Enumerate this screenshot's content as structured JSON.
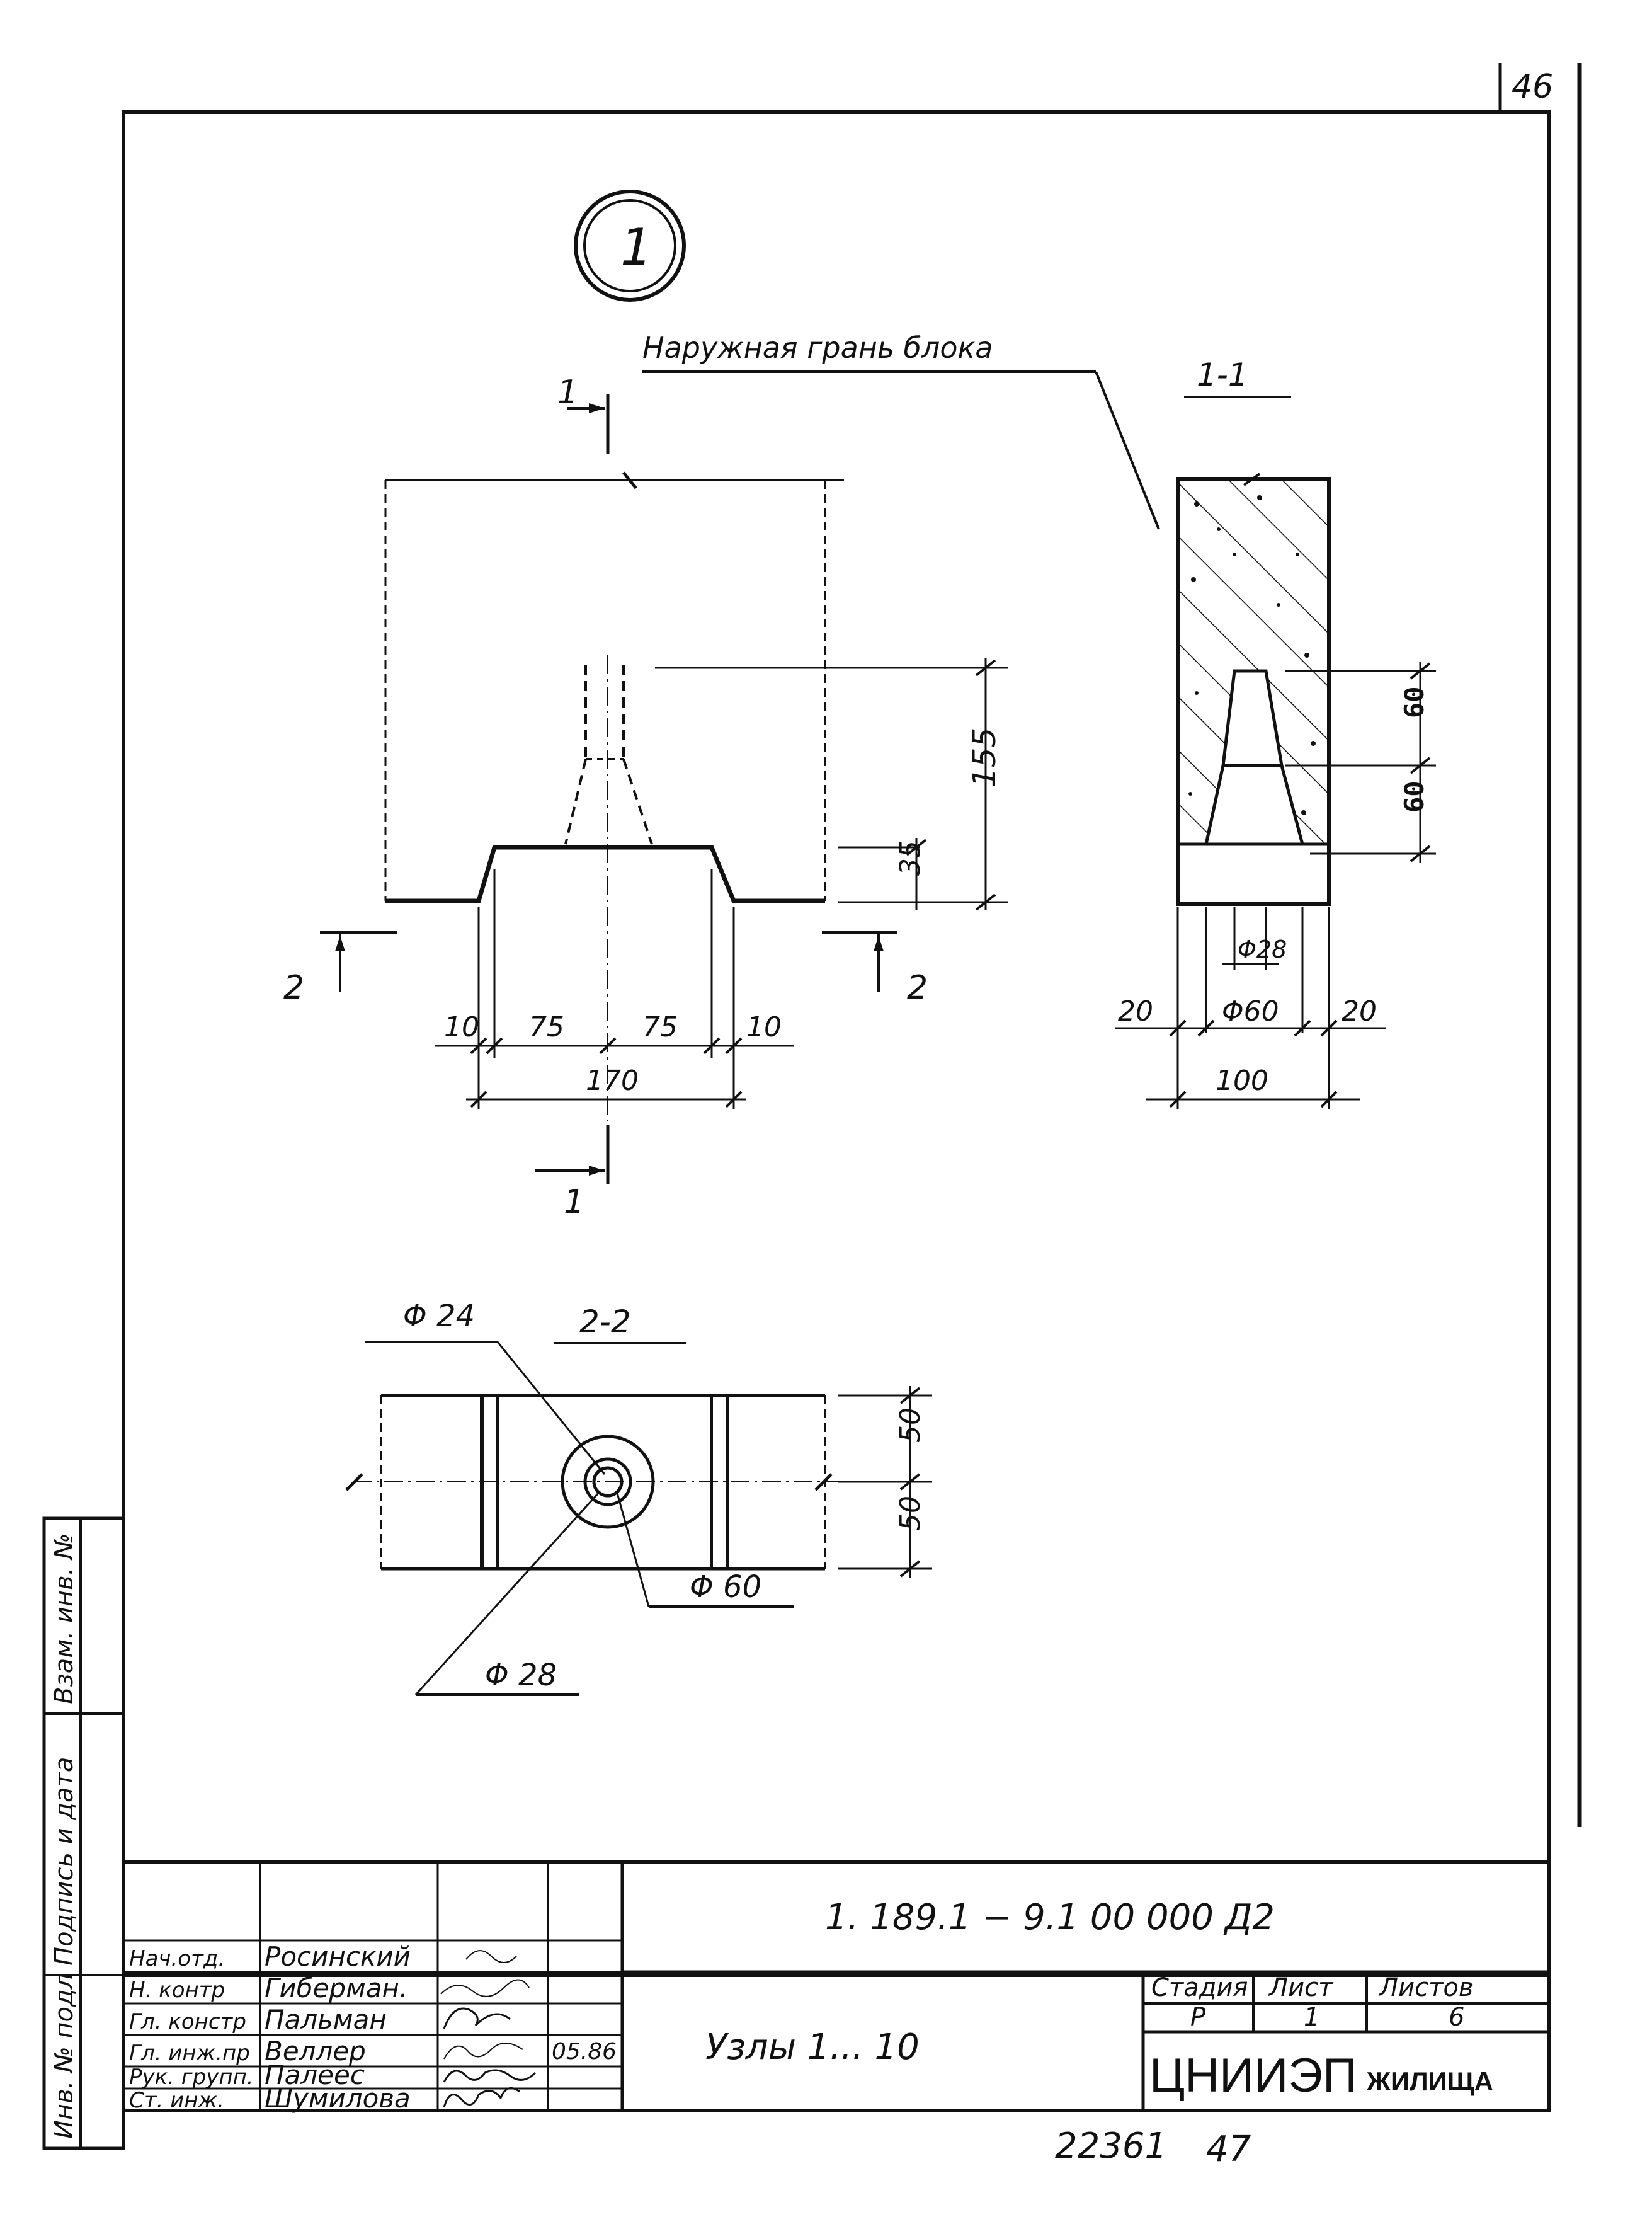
{
  "sheet": {
    "page_number": "46",
    "node_number": "1",
    "annotation_outer_face": "Наружная грань блока",
    "bottom_numbers": {
      "left": "22361",
      "right": "47"
    }
  },
  "section_1_1": {
    "title": "1-1",
    "dims": {
      "h_upper": "60",
      "h_lower": "60",
      "d_inner": "Φ28",
      "d_outer": "Φ60",
      "left": "20",
      "right": "20",
      "width": "100"
    }
  },
  "elevation": {
    "cut_1_top": "1",
    "cut_1_bottom": "1",
    "cut_2_left": "2",
    "cut_2_right": "2",
    "dims": {
      "height_total": "155",
      "height_lug": "35",
      "a1": "10",
      "a2": "75",
      "a3": "75",
      "a4": "10",
      "total": "170"
    }
  },
  "section_2_2": {
    "title": "2-2",
    "labels": {
      "d24": "Φ 24",
      "d60": "Φ 60",
      "d28": "Φ 28"
    },
    "dims": {
      "upper": "50",
      "lower": "50"
    }
  },
  "side_stamp": {
    "inv_orig": "Инв. № подл",
    "sign_date": "Подпись и дата",
    "inv_replace": "Взам. инв. №"
  },
  "title_block": {
    "code": "1. 189.1 − 9.1  00 000 Д2",
    "name": "Узлы   1... 10",
    "stage_hdr": "Стадия",
    "sheet_hdr": "Лист",
    "sheets_hdr": "Листов",
    "stage_val": "Р",
    "sheet_val": "1",
    "sheets_val": "6",
    "org_main": "ЦНИИЭП",
    "org_sub": "ЖИЛИЩА",
    "date": "05.86",
    "staff": [
      {
        "role": "Нач.отд.",
        "name": "Росинский"
      },
      {
        "role": "Н. контр",
        "name": "Гиберман."
      },
      {
        "role": "Гл. констр",
        "name": "Пальман"
      },
      {
        "role": "Гл. инж.пр",
        "name": "Веллер"
      },
      {
        "role": "Рук. групп.",
        "name": "Палеес"
      },
      {
        "role": "Ст. инж.",
        "name": "Шумилова"
      }
    ]
  }
}
